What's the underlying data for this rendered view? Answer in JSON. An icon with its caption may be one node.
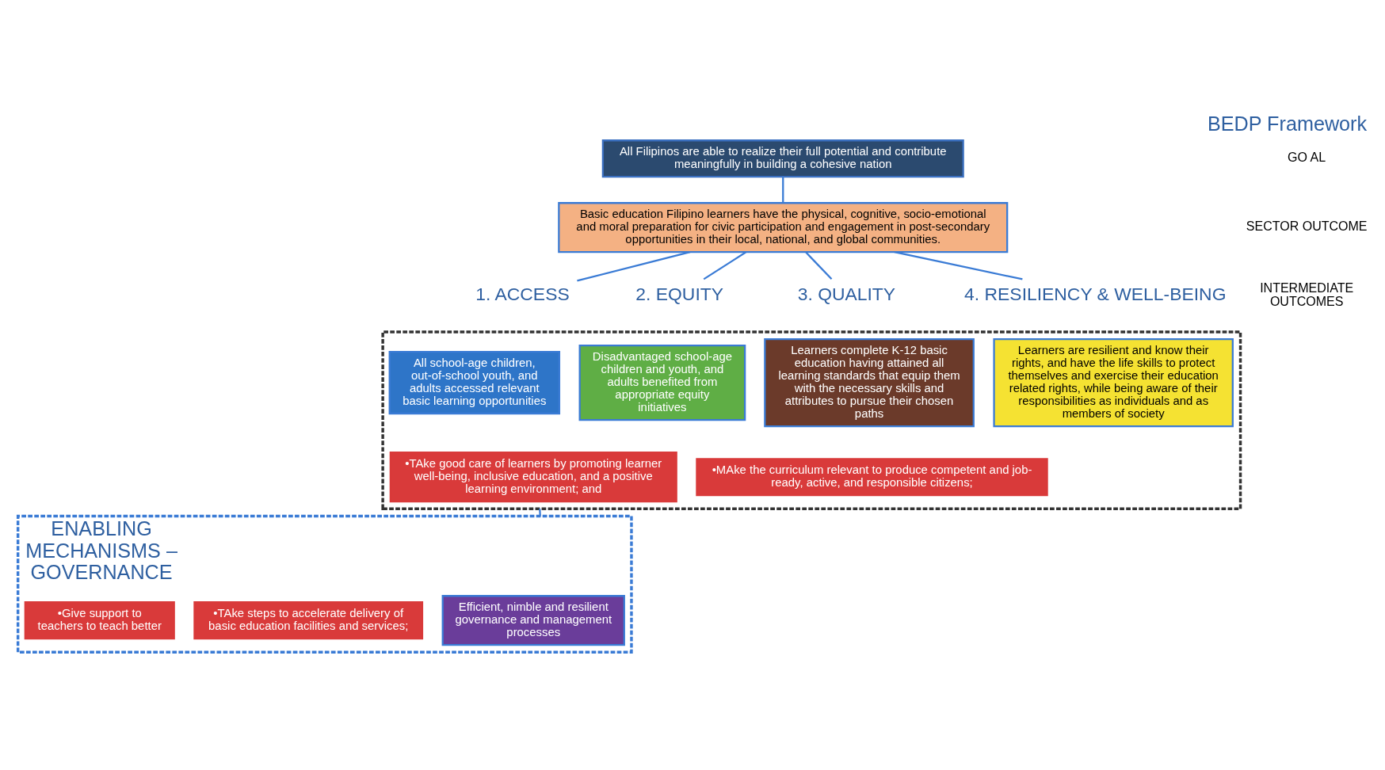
{
  "diagram": {
    "title": "BEDP Framework",
    "nodes": [
      {
        "text": [
          "All Filipinos are able to realize their full potential and contribute meaningfully in building a cohesive nation"
        ]
      },
      {
        "text": [
          "Basic education Filipino learners have the physical, cognitive, socio-emotional and moral preparation for civic participation and engagement in post-secondary opportunities in their local, national, and global communities."
        ]
      },
      {
        "text": [
          "1. ACCESS"
        ]
      },
      {
        "text": [
          "2. EQUITY"
        ]
      },
      {
        "text": [
          "3. QUALITY"
        ]
      },
      {
        "text": [
          "4. RESILIENCY & WELL-BEING"
        ]
      },
      {
        "text": [],
        "shape": "box"
      },
      {
        "text": [
          "All school-age children, out-of-school youth, and adults accessed relevant basic learning opportunities"
        ],
        "in": 6
      },
      {
        "text": [
          "Disadvantaged school-age children and youth, and adults benefited from appropriate equity initiatives"
        ],
        "in": 6
      },
      {
        "text": [
          "Learners complete K-12 basic education having attained all learning standards that equip them with the necessary skills and attributes to pursue their chosen paths"
        ],
        "in": 6
      },
      {
        "text": [
          "Learners are resilient and know their rights, and have the life skills to protect themselves and exercise their education related rights, while being aware of their responsibilities as individuals and as members of society"
        ],
        "in": 6
      },
      {
        "text": [
          "•TAke good care of learners by promoting learner well-being, inclusive education, and a positive learning environment; and"
        ],
        "in": 6
      },
      {
        "text": [
          "•MAke the curriculum relevant to produce competent and job-ready, active, and responsible citizens;"
        ],
        "in": 6
      },
      {
        "text": [
          "ENABLING MECHANISMS – GOVERNANCE"
        ]
      },
      {
        "text": [
          "Efficient, nimble and resilient governance and management processes"
        ],
        "in": 13
      },
      {
        "text": [
          "•TAke steps to accelerate delivery of basic education facilities and services;"
        ],
        "in": 13
      },
      {
        "text": [
          "•Give support to teachers to teach better"
        ],
        "in": 13
      }
    ],
    "edges": [
      {
        "from": 0,
        "to": 1,
        "arrow": "none"
      },
      {
        "from": 1,
        "to": 2,
        "arrow": "none"
      },
      {
        "from": 1,
        "to": 3,
        "arrow": "none"
      },
      {
        "from": 1,
        "to": 4,
        "arrow": "none"
      },
      {
        "from": 1,
        "to": 5,
        "arrow": "none"
      },
      {
        "from": 6,
        "to": 13,
        "arrow": "none"
      }
    ],
    "labels": [
      "GO AL",
      "SECTOR OUTCOME",
      "INTERMEDIATE OUTCOMES"
    ]
  }
}
